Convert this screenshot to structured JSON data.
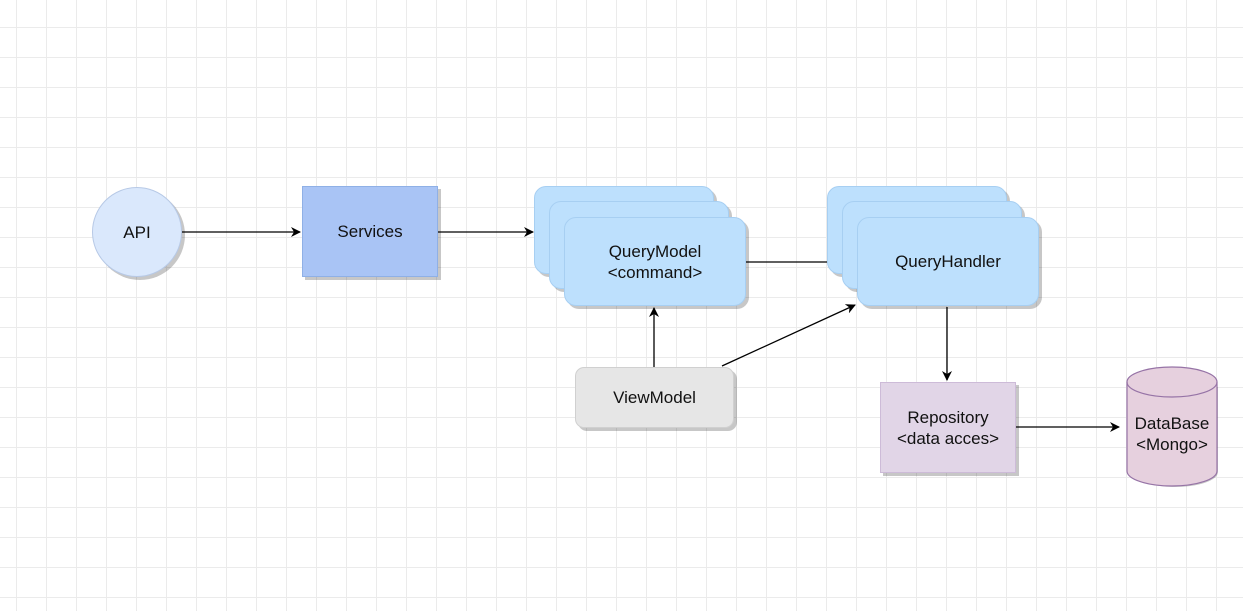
{
  "diagram": {
    "nodes": {
      "api": "API",
      "services": "Services",
      "query_model": "QueryModel\n<command>",
      "query_handler": "QueryHandler",
      "view_model": "ViewModel",
      "repository": "Repository\n<data acces>",
      "database": "DataBase\n<Mongo>"
    },
    "edges": [
      {
        "from": "api",
        "to": "services"
      },
      {
        "from": "services",
        "to": "query_model"
      },
      {
        "from": "query_model",
        "to": "query_handler"
      },
      {
        "from": "view_model",
        "to": "query_model"
      },
      {
        "from": "view_model",
        "to": "query_handler"
      },
      {
        "from": "query_handler",
        "to": "repository"
      },
      {
        "from": "repository",
        "to": "database"
      }
    ],
    "colors": {
      "api_fill": "#dae8fc",
      "services_fill": "#a9c4f5",
      "query_fill": "#bde0fd",
      "view_model_fill": "#e6e6e6",
      "repository_fill": "#e1d5e7",
      "database_fill": "#e6d0de",
      "database_stroke": "#9673a6"
    }
  }
}
